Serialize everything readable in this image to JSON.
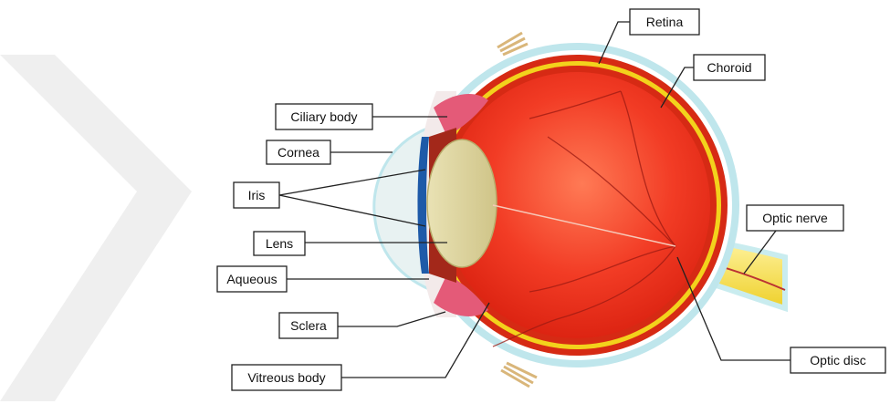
{
  "labels": {
    "retina": "Retina",
    "choroid": "Choroid",
    "ciliary_body": "Ciliary body",
    "cornea": "Cornea",
    "iris": "Iris",
    "lens": "Lens",
    "aqueous": "Aqueous",
    "sclera": "Sclera",
    "vitreous_body": "Vitreous body",
    "optic_nerve": "Optic nerve",
    "optic_disc": "Optic disc"
  },
  "colors": {
    "sclera": "#bfe6ec",
    "choroid": "#d62a14",
    "retina_band": "#f3d21c",
    "vitreous": "#ee3322",
    "lens": "#dbd29c",
    "iris": "#1e5aa8",
    "optic_nerve": "#f5e04a",
    "watermark": "#eeeeee"
  }
}
